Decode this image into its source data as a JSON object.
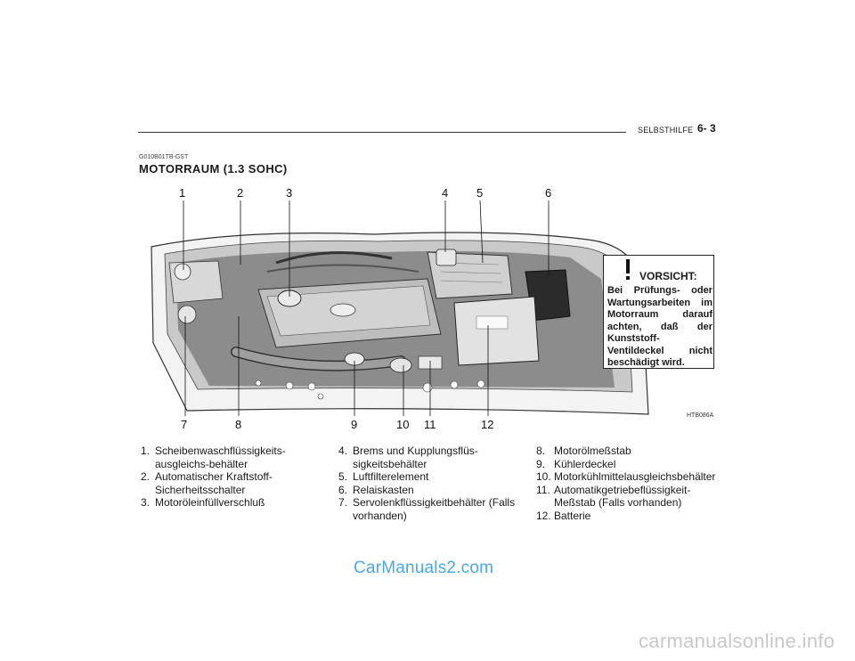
{
  "header": {
    "section": "SELBSTHILFE",
    "page": "6- 3"
  },
  "doc_code": "G010B01TB-GST",
  "title": "MOTORRAUM (1.3 SOHC)",
  "figure": {
    "callouts_top": [
      "1",
      "2",
      "3",
      "4",
      "5",
      "6"
    ],
    "callouts_bottom": [
      "7",
      "8",
      "9",
      "10",
      "11",
      "12"
    ],
    "ref_code": "HTB086A"
  },
  "warning": {
    "icon": "warning-exclamation-icon",
    "title": "VORSICHT:",
    "text": "Bei Prüfungs- oder Wartungsarbeiten im Motorraum darauf achten, daß der Kunststoff-Ventildeckel nicht beschädigt wird."
  },
  "legend": {
    "col1": [
      {
        "num": "1.",
        "text": "Scheibenwaschflüssigkeits-ausgleichs-behälter"
      },
      {
        "num": "2.",
        "text": "Automatischer Kraftstoff-Sicherheitsschalter"
      },
      {
        "num": "3.",
        "text": "Motoröleinfüllverschluß"
      }
    ],
    "col2": [
      {
        "num": "4.",
        "text": "Brems und Kupplungsflüs-sigkeitsbehälter"
      },
      {
        "num": "5.",
        "text": "Luftfilterelement"
      },
      {
        "num": "6.",
        "text": "Relaiskasten"
      },
      {
        "num": "7.",
        "text": "Servolenkflüssigkeitbehälter (Falls vorhanden)"
      }
    ],
    "col3": [
      {
        "num": "8.",
        "text": "Motorölmeßstab"
      },
      {
        "num": "9.",
        "text": "Kühlerdeckel"
      },
      {
        "num": "10.",
        "text": "Motorkühlmittelausgleichsbehälter"
      },
      {
        "num": "11.",
        "text": "Automatikgetriebeflüssigkeit-Meßstab (Falls vorhanden)"
      },
      {
        "num": "12.",
        "text": "Batterie"
      }
    ]
  },
  "watermarks": {
    "site1": "CarManuals2.com",
    "site2": "carmanualsonline.info"
  }
}
